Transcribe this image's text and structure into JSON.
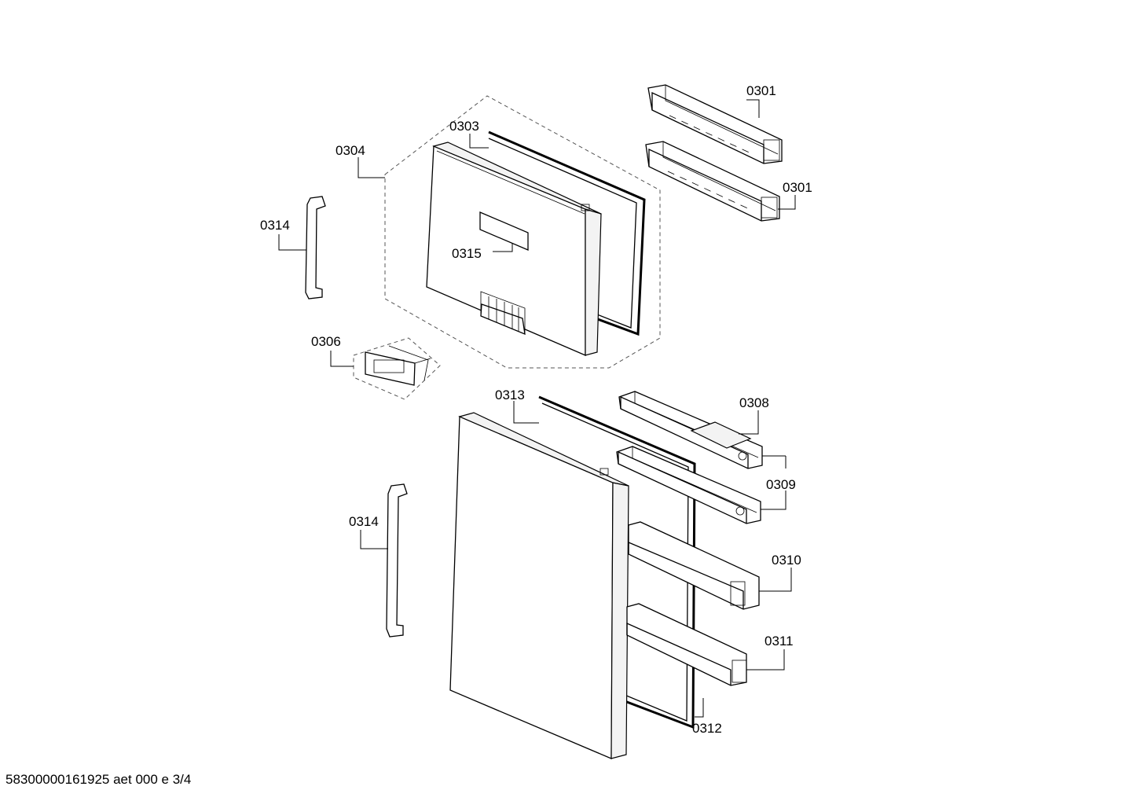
{
  "parts": {
    "p0301a": "0301",
    "p0301b": "0301",
    "p0303": "0303",
    "p0304": "0304",
    "p0306": "0306",
    "p0308": "0308",
    "p0309": "0309",
    "p0310": "0310",
    "p0311": "0311",
    "p0312": "0312",
    "p0313": "0313",
    "p0314a": "0314",
    "p0314b": "0314",
    "p0315": "0315"
  },
  "footer": "58300000161925 aet 000 e 3/4"
}
